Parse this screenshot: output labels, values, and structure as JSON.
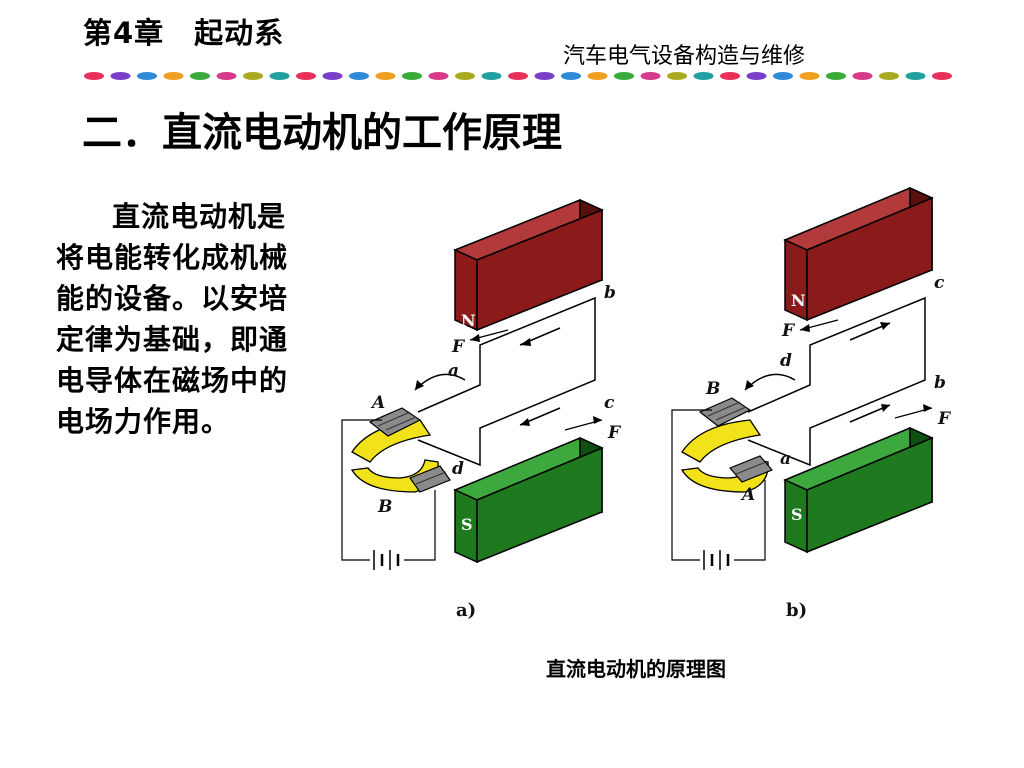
{
  "header": {
    "chapter": "第4章　起动系",
    "book_title": "汽车电气设备构造与维修"
  },
  "main": {
    "title": "二．直流电动机的工作原理",
    "paragraph": "直流电动机是将电能转化成机械能的设备。以安培定律为基础，即通电导体在磁场中的电场力作用。"
  },
  "figure": {
    "caption": "直流电动机的原理图",
    "a": {
      "sublabel": "a)",
      "north": "N",
      "south": "S",
      "labels": {
        "A": "A",
        "B": "B",
        "a": "a",
        "b": "b",
        "c": "c",
        "d": "d",
        "F1": "F",
        "F2": "F"
      }
    },
    "b": {
      "sublabel": "b)",
      "north": "N",
      "south": "S",
      "labels": {
        "A": "A",
        "B": "B",
        "a": "a",
        "b": "b",
        "c": "c",
        "d": "d",
        "F1": "F",
        "F2": "F"
      }
    },
    "colors": {
      "north": "#8b1a1a",
      "south": "#1f7a1f",
      "commutator": "#f2e21a",
      "brush": "#7a7a7a"
    }
  }
}
